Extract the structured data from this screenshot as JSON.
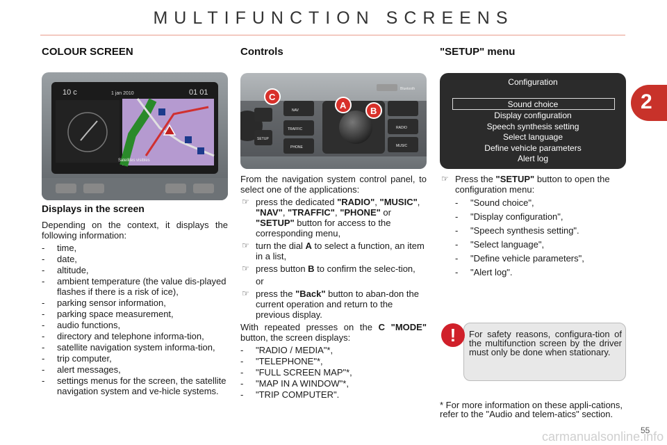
{
  "page": {
    "title": "MULTIFUNCTION SCREENS",
    "chapter": "2",
    "page_number": "55",
    "watermark": "carmanualsonline.info",
    "accent_color": "#c8322a"
  },
  "col1": {
    "heading": "COLOUR SCREEN",
    "subheading": "Displays in the screen",
    "intro": "Depending on the context, it displays the following information:",
    "items": [
      "time,",
      "date,",
      "altitude,",
      "ambient temperature (the value dis-played flashes if there is a risk of ice),",
      "parking sensor information,",
      "parking space measurement,",
      "audio functions,",
      "directory and telephone informa-tion,",
      "satellite navigation system informa-tion,",
      "trip computer,",
      "alert messages,",
      "settings menus for the screen, the satellite navigation system and ve-hicle systems."
    ],
    "screen_photo": {
      "temp": "10 c",
      "date": "1 jan 2010",
      "clock": "01 01",
      "status": "Satellites visibles"
    }
  },
  "col2": {
    "heading": "Controls",
    "photo_labels": {
      "c": "C",
      "a": "A",
      "b": "B",
      "nav": "NAV",
      "traffic": "TRAFFIC",
      "phone": "PHONE",
      "setup": "SETUP",
      "radio": "RADIO",
      "music": "MUSIC",
      "bluetooth": "Bluetooth"
    },
    "intro": "From the navigation system control panel, to select one of the applications:",
    "bullet1": {
      "pre": "press the dedicated ",
      "radio": "\"RADIO\"",
      "music": "\"MUSIC\"",
      "nav": "\"NAV\"",
      "traffic": "\"TRAFFIC\"",
      "phone": "\"PHONE\"",
      "or": " or ",
      "setup": "\"SETUP\"",
      "post": " button for access to the corresponding menu,"
    },
    "bullet2": {
      "pre": "turn the dial ",
      "key": "A",
      "post": " to select a function, an item in a list,"
    },
    "bullet3": {
      "pre": "press button ",
      "key": "B",
      "post": " to confirm the selec-tion,"
    },
    "or": "or",
    "bullet4": {
      "pre": "press the ",
      "key": "\"Back\"",
      "post": " button to aban-don the current operation and return to the previous display."
    },
    "mode_intro": {
      "pre": "With repeated presses on the ",
      "key1": "C",
      "key2": "\"MODE\"",
      "post": " button, the screen displays:"
    },
    "modes": [
      "\"RADIO / MEDIA\"*,",
      "\"TELEPHONE\"*,",
      "\"FULL SCREEN MAP\"*,",
      "\"MAP IN A WINDOW\"*,",
      "\"TRIP COMPUTER\"."
    ]
  },
  "col3": {
    "heading": "\"SETUP\" menu",
    "screen": {
      "title": "Configuration",
      "items": [
        "Sound choice",
        "Display configuration",
        "Speech synthesis setting",
        "Select language",
        "Define vehicle parameters",
        "Alert log"
      ]
    },
    "instruction": {
      "pre": "Press the ",
      "key": "\"SETUP\"",
      "post": " button to open the configuration menu:"
    },
    "options": [
      "\"Sound choice\",",
      "\"Display configuration\",",
      "\"Speech synthesis setting\".",
      "\"Select language\",",
      "\"Define vehicle parameters\",",
      "\"Alert log\"."
    ],
    "warning": "For safety reasons, configura-tion of the multifunction screen by the driver must only be done when stationary.",
    "warning_icon": "!",
    "footnote": "* For more information on these appli-cations, refer to the \"Audio and telem-atics\" section."
  }
}
